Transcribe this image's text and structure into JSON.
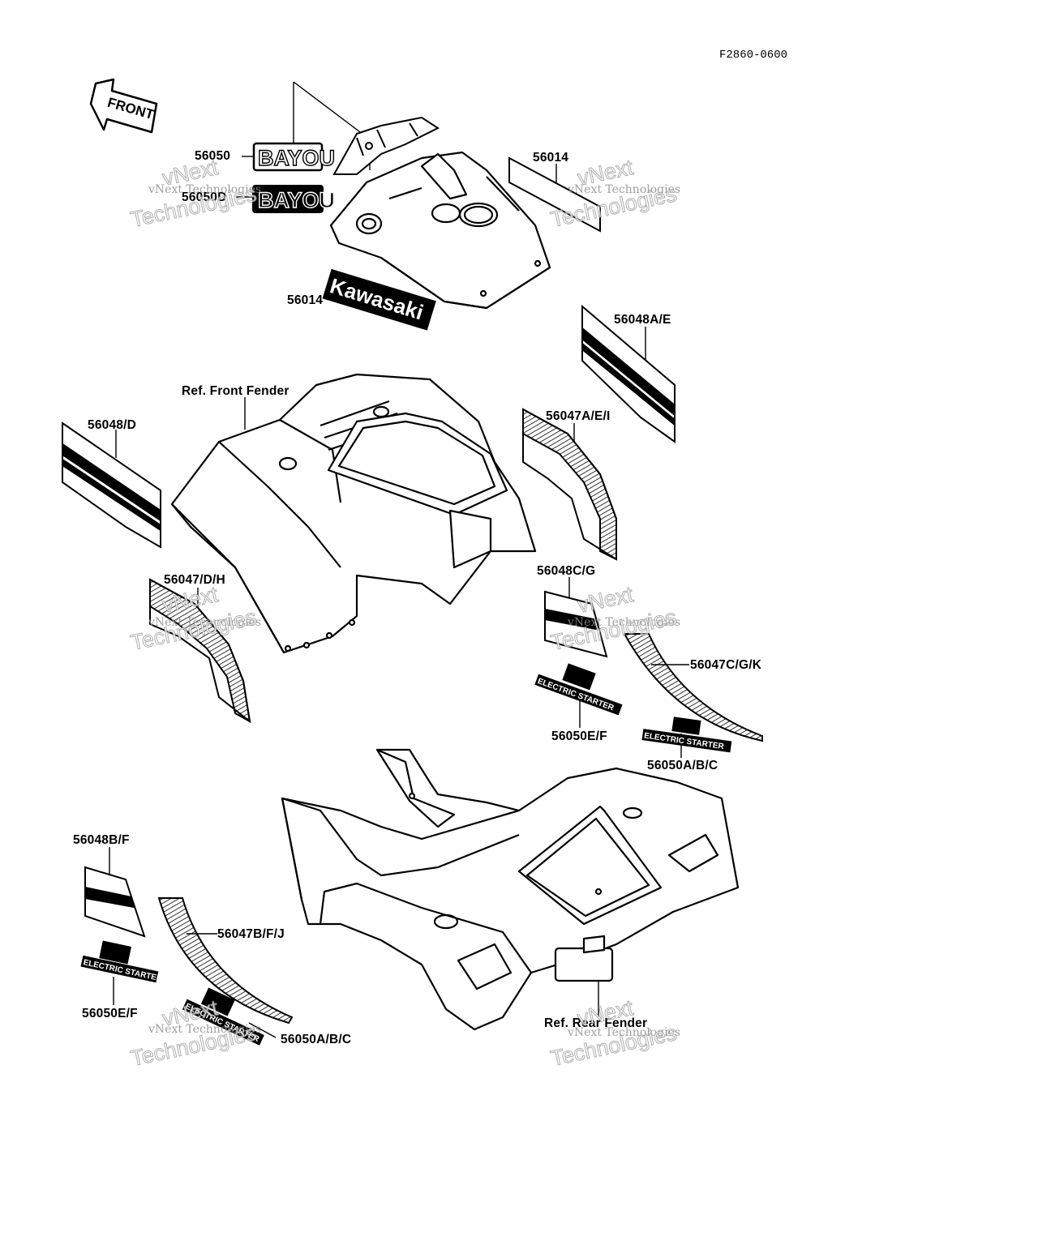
{
  "diagram": {
    "drawing_number": "F2860-0600",
    "front_arrow_text": "FRONT",
    "decal_text": {
      "bayou": "BAYOU",
      "kawasaki": "Kawasaki",
      "electric_starter": "ELECTRIC STARTER"
    },
    "labels": {
      "l56050": "56050",
      "l56050d": "56050D",
      "l56014_top": "56014",
      "l56014_mid": "56014",
      "l56048ae": "56048A/E",
      "ref_front_fender": "Ref. Front Fender",
      "l56047aei": "56047A/E/I",
      "l56048d": "56048/D",
      "l56047dh": "56047/D/H",
      "l56048cg": "56048C/G",
      "l56047cgk": "56047C/G/K",
      "l56050ef_top": "56050E/F",
      "l56050abc_top": "56050A/B/C",
      "l56048bf": "56048B/F",
      "l56047bfj": "56047B/F/J",
      "l56050ef_bottom": "56050E/F",
      "l56050abc_bottom": "56050A/B/C",
      "ref_rear_fender": "Ref. Rear Fender"
    },
    "watermark": {
      "small": "vNext Technologies",
      "large_1": "vNext",
      "large_2": "Technologies"
    }
  }
}
